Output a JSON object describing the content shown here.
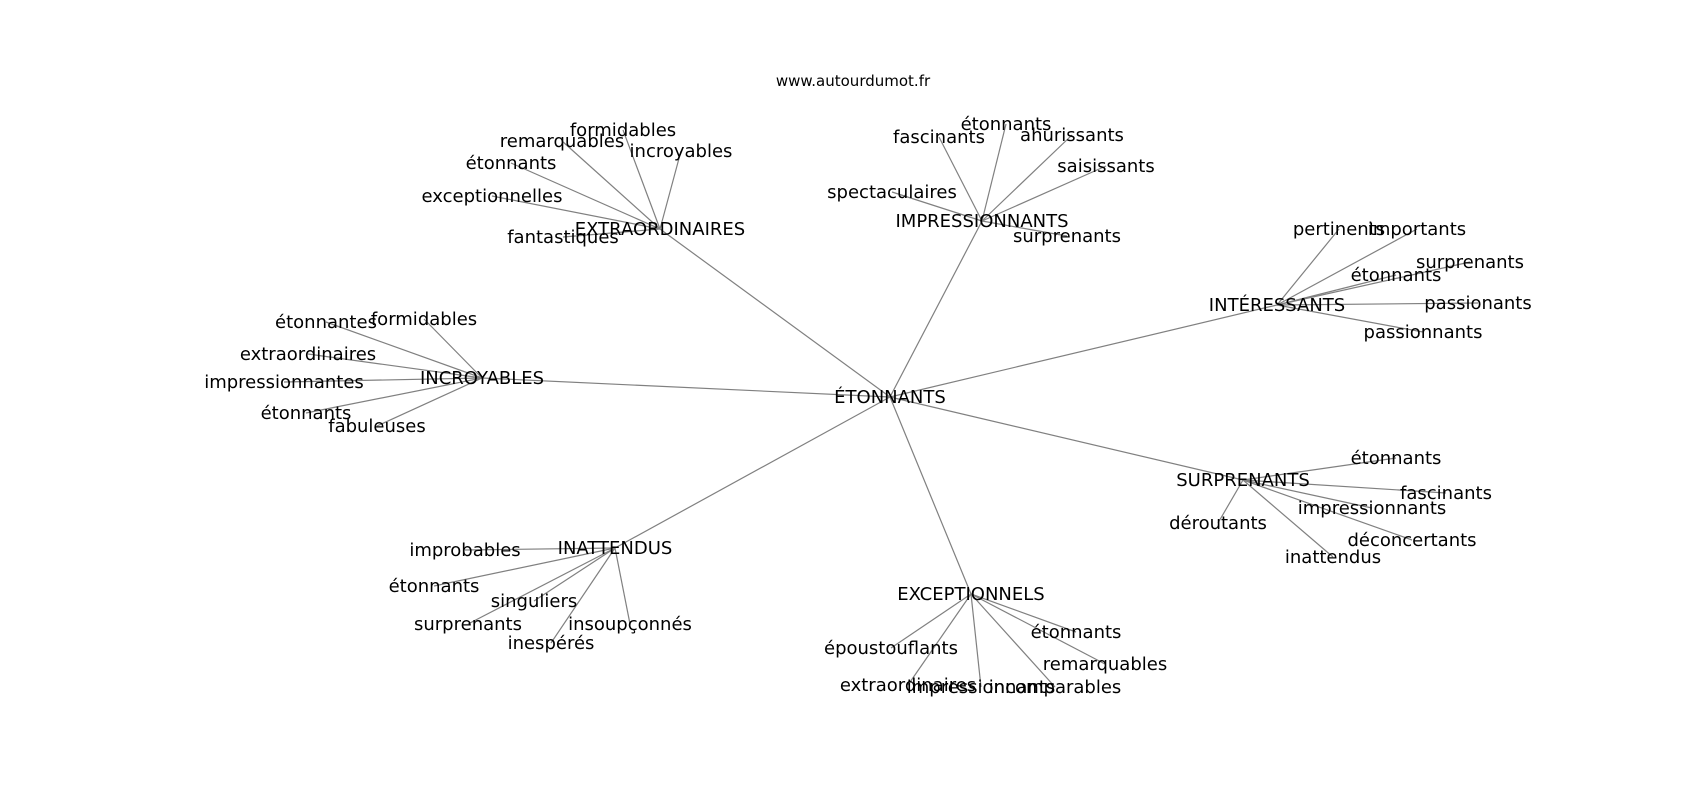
{
  "site": "www.autourdumot.fr",
  "root": "ÉTONNANTS",
  "clusters": [
    {
      "id": "extraordinaires",
      "label": "EXTRAORDINAIRES",
      "words": [
        "formidables",
        "remarquables",
        "incroyables",
        "étonnants",
        "exceptionnelles",
        "fantastiques"
      ]
    },
    {
      "id": "impressionnants",
      "label": "IMPRESSIONNANTS",
      "words": [
        "étonnants",
        "fascinants",
        "ahurissants",
        "saisissants",
        "spectaculaires",
        "surprenants"
      ]
    },
    {
      "id": "interessants",
      "label": "INTÉRESSANTS",
      "words": [
        "pertinents",
        "importants",
        "surprenants",
        "étonnants",
        "passionants",
        "passionnants"
      ]
    },
    {
      "id": "incroyables",
      "label": "INCROYABLES",
      "words": [
        "étonnantes",
        "formidables",
        "extraordinaires",
        "impressionnantes",
        "étonnants",
        "fabuleuses"
      ]
    },
    {
      "id": "surprenants",
      "label": "SURPRENANTS",
      "words": [
        "étonnants",
        "fascinants",
        "impressionnants",
        "déroutants",
        "déconcertants",
        "inattendus"
      ]
    },
    {
      "id": "inattendus",
      "label": "INATTENDUS",
      "words": [
        "improbables",
        "étonnants",
        "singuliers",
        "surprenants",
        "insoupçonnés",
        "inespérés"
      ]
    },
    {
      "id": "exceptionnels",
      "label": "EXCEPTIONNELS",
      "words": [
        "étonnants",
        "époustouflants",
        "remarquables",
        "extraordinaires",
        "impressionnants",
        "incomparables"
      ]
    }
  ]
}
